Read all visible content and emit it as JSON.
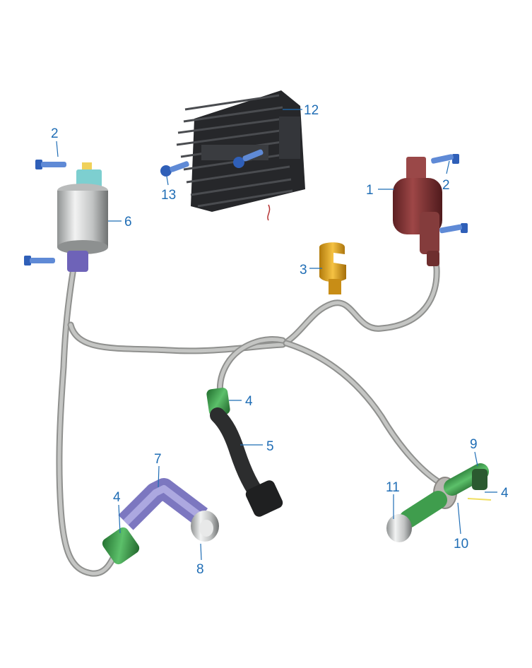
{
  "diagram": {
    "callouts": [
      {
        "id": "c12",
        "label": "12"
      },
      {
        "id": "c2a",
        "label": "2"
      },
      {
        "id": "c2b",
        "label": "2"
      },
      {
        "id": "c1",
        "label": "1"
      },
      {
        "id": "c13",
        "label": "13"
      },
      {
        "id": "c6",
        "label": "6"
      },
      {
        "id": "c3",
        "label": "3"
      },
      {
        "id": "c4a",
        "label": "4"
      },
      {
        "id": "c5",
        "label": "5"
      },
      {
        "id": "c9",
        "label": "9"
      },
      {
        "id": "c7",
        "label": "7"
      },
      {
        "id": "c11",
        "label": "11"
      },
      {
        "id": "c4b",
        "label": "4"
      },
      {
        "id": "c4c",
        "label": "4"
      },
      {
        "id": "c10",
        "label": "10"
      },
      {
        "id": "c8",
        "label": "8"
      }
    ],
    "colors": {
      "callout": "#1f6db5",
      "cable": "#a9aaa8",
      "regulator": "#2a2b2d",
      "connector_red": "#8c3a3a",
      "coil_silver": "#c9cbcb",
      "cap_purple": "#8b86c8",
      "clip_gold": "#e2a51c",
      "green": "#3f9d4d",
      "boot_black": "#2e2f30",
      "bolt_blue": "#4a78c8"
    }
  }
}
